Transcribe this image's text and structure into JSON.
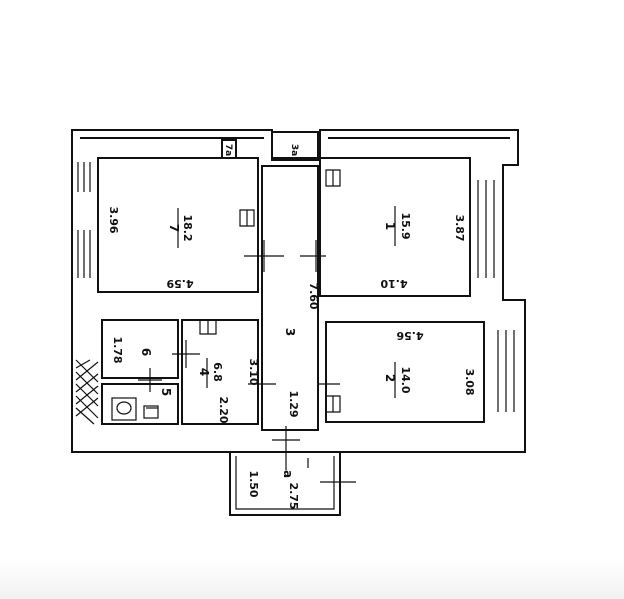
{
  "rooms": {
    "r7": {
      "num": "7",
      "area": "18.2",
      "width": "4.59",
      "height": "3.96"
    },
    "r1": {
      "num": "1",
      "area": "15.9",
      "width": "4.10",
      "height": "3.87"
    },
    "r2": {
      "num": "2",
      "area": "14.0",
      "width": "4.56",
      "height": "3.08"
    },
    "r3": {
      "num": "3",
      "length": "7.60",
      "width": "1.29"
    },
    "r4": {
      "num": "4",
      "area": "6.8",
      "width": "2.20",
      "height": "3.10"
    },
    "r5": {
      "num": "5"
    },
    "r6": {
      "num": "6",
      "height": "1.78"
    },
    "r7a": {
      "num": "7a"
    },
    "r3a": {
      "num": "3a"
    },
    "ra": {
      "num": "a",
      "width": "2.75",
      "height": "1.50"
    }
  }
}
